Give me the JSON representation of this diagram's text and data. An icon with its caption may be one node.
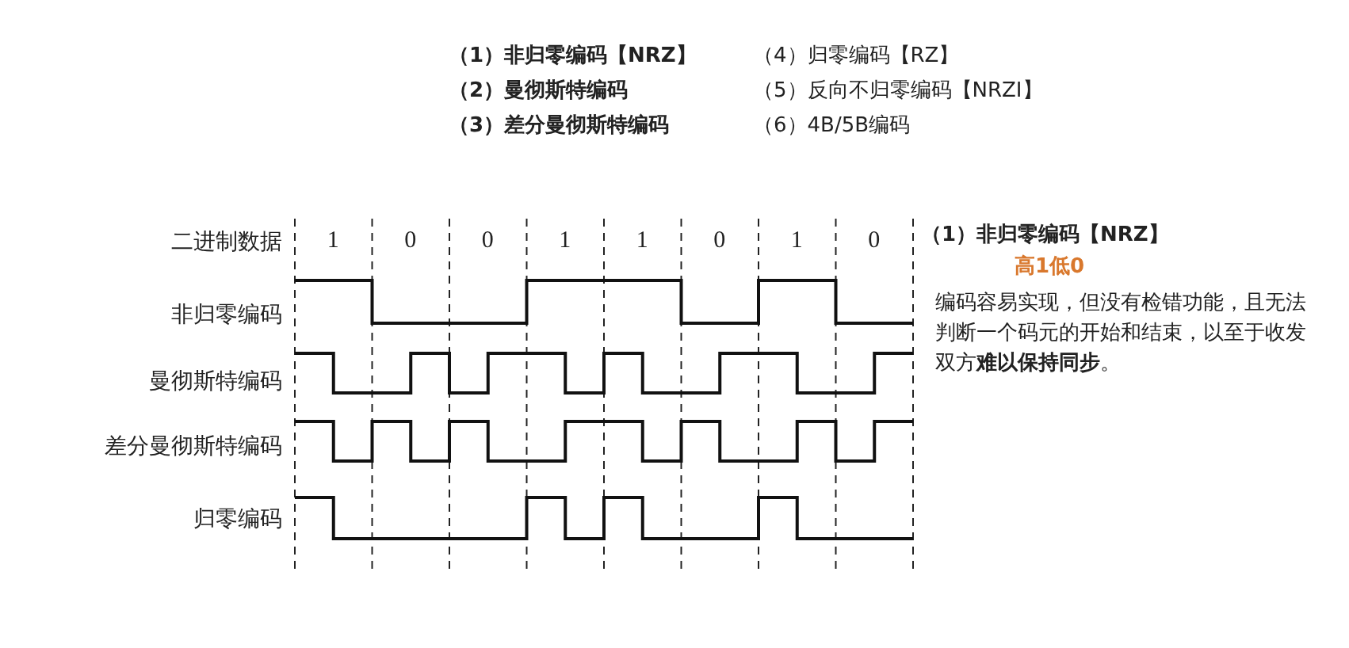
{
  "diagram": {
    "labels": [
      "（1）非归零编码【NRZ】",
      "（4）归零编码【RZ】",
      "（2）曼彻斯特编码",
      "（5）反向不归零编码【NRZI】",
      "（3）差分曼彻斯特编码",
      "（6）4B/5B编码",
      "二进制数据",
      "1",
      "0",
      "0",
      "1",
      "1",
      "0",
      "1",
      "0",
      "非归零编码",
      "曼彻斯特编码",
      "差分曼彻斯特编码",
      "归零编码",
      "（1）非归零编码【NRZ】",
      "高1低0",
      "编码容易实现，但没有检错功能，且无法判断一个码元的开始和结束，以至于收发双方**难以保持同步**。"
    ]
  }
}
